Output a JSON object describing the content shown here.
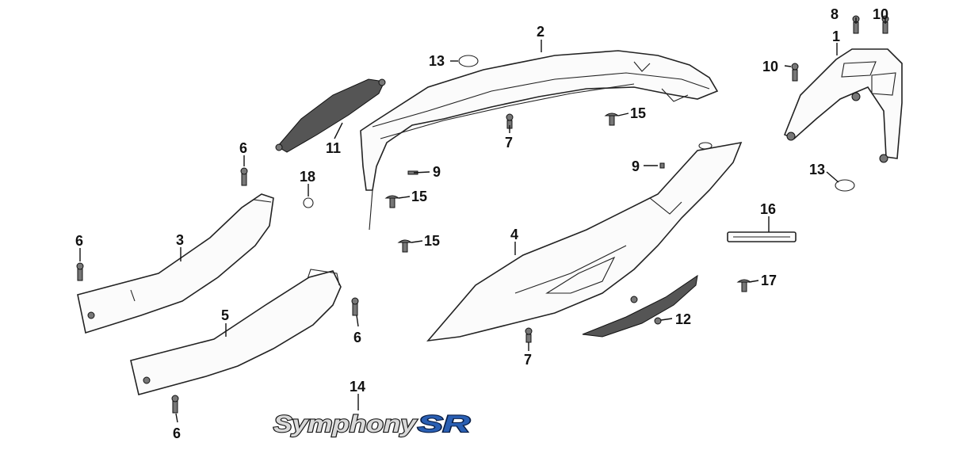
{
  "callouts": {
    "c1": "1",
    "c2": "2",
    "c3": "3",
    "c4": "4",
    "c5": "5",
    "c6a": "6",
    "c6b": "6",
    "c6c": "6",
    "c6d": "6",
    "c7a": "7",
    "c7b": "7",
    "c8": "8",
    "c9a": "9",
    "c9b": "9",
    "c10a": "10",
    "c10b": "10",
    "c11": "11",
    "c12": "12",
    "c13a": "13",
    "c13b": "13",
    "c14": "14",
    "c15a": "15",
    "c15b": "15",
    "c15c": "15",
    "c16": "16",
    "c17": "17",
    "c18": "18"
  },
  "emblem": {
    "word": "Symphony",
    "suffix": "SR",
    "colors": {
      "word_fill": "#d9d9d9",
      "word_stroke": "#1a1a1a",
      "suffix_fill": "#2a5fb3",
      "suffix_stroke": "#0a1f47"
    }
  }
}
